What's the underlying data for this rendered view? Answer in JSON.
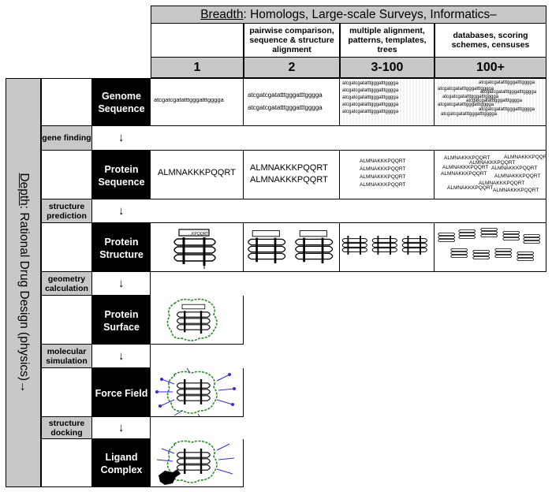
{
  "breadth": {
    "term": "Breadth",
    "rest": ": Homologs, Large-scale Surveys, Informatics–"
  },
  "columns": [
    {
      "desc": "",
      "num": "1"
    },
    {
      "desc": "pairwise comparison, sequence & structure alignment",
      "num": "2"
    },
    {
      "desc": "multiple alignment, patterns, templates, trees",
      "num": "3-100"
    },
    {
      "desc": "databases, scoring schemes, censuses",
      "num": "100+"
    }
  ],
  "depth": {
    "term": "Depth",
    "rest": ": Rational Drug Design (physics)→"
  },
  "rows": {
    "genome": "Genome Sequence",
    "protein_seq": "Protein Sequence",
    "protein_struct": "Protein Structure",
    "surface": "Protein Surface",
    "force": "Force Field",
    "ligand": "Ligand Complex"
  },
  "steps": {
    "gene": "gene finding",
    "structure_prediction": "structure prediction",
    "geometry": "geometry calculation",
    "molecular": "molecular simulation",
    "docking": "structure docking"
  },
  "arrow": "↓",
  "dna": "atcgatcgatatttgggatttgggga",
  "protein": "ALMNAKKKPQQRT",
  "structure_tag": "...KPQQRT",
  "icons": [
    "coil-helix-icon",
    "surface-blob-icon",
    "force-arrows-icon",
    "ligand-icon"
  ]
}
